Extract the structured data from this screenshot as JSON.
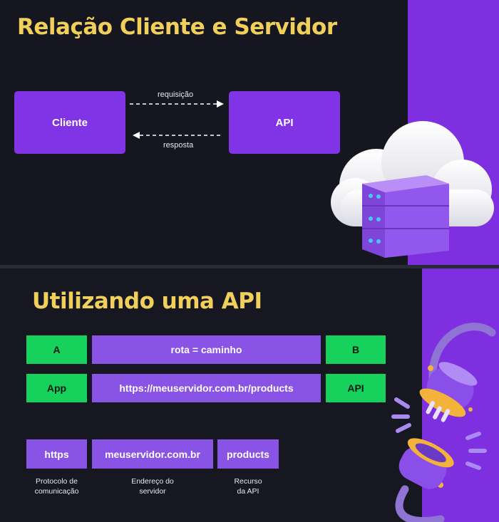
{
  "slide1": {
    "title": "Relação Cliente e Servidor",
    "client_label": "Cliente",
    "api_label": "API",
    "request_label": "requisição",
    "response_label": "resposta",
    "accent_color": "#8134e6",
    "title_color": "#f0cf5a",
    "illustration": "cloud-server-icon"
  },
  "slide2": {
    "title": "Utilizando uma API",
    "row1": {
      "left": "A",
      "middle": "rota = caminho",
      "right": "B"
    },
    "row2": {
      "left": "App",
      "middle": "https://meuservidor.com.br/products",
      "right": "API"
    },
    "parts": [
      {
        "label": "https",
        "caption_line1": "Protocolo de",
        "caption_line2": "comunicação"
      },
      {
        "label": "meuservidor.com.br",
        "caption_line1": "Endereço do",
        "caption_line2": "servidor"
      },
      {
        "label": "products",
        "caption_line1": "Recurso",
        "caption_line2": "da API"
      }
    ],
    "green_color": "#16d25d",
    "illustration": "plug-socket-icon"
  }
}
